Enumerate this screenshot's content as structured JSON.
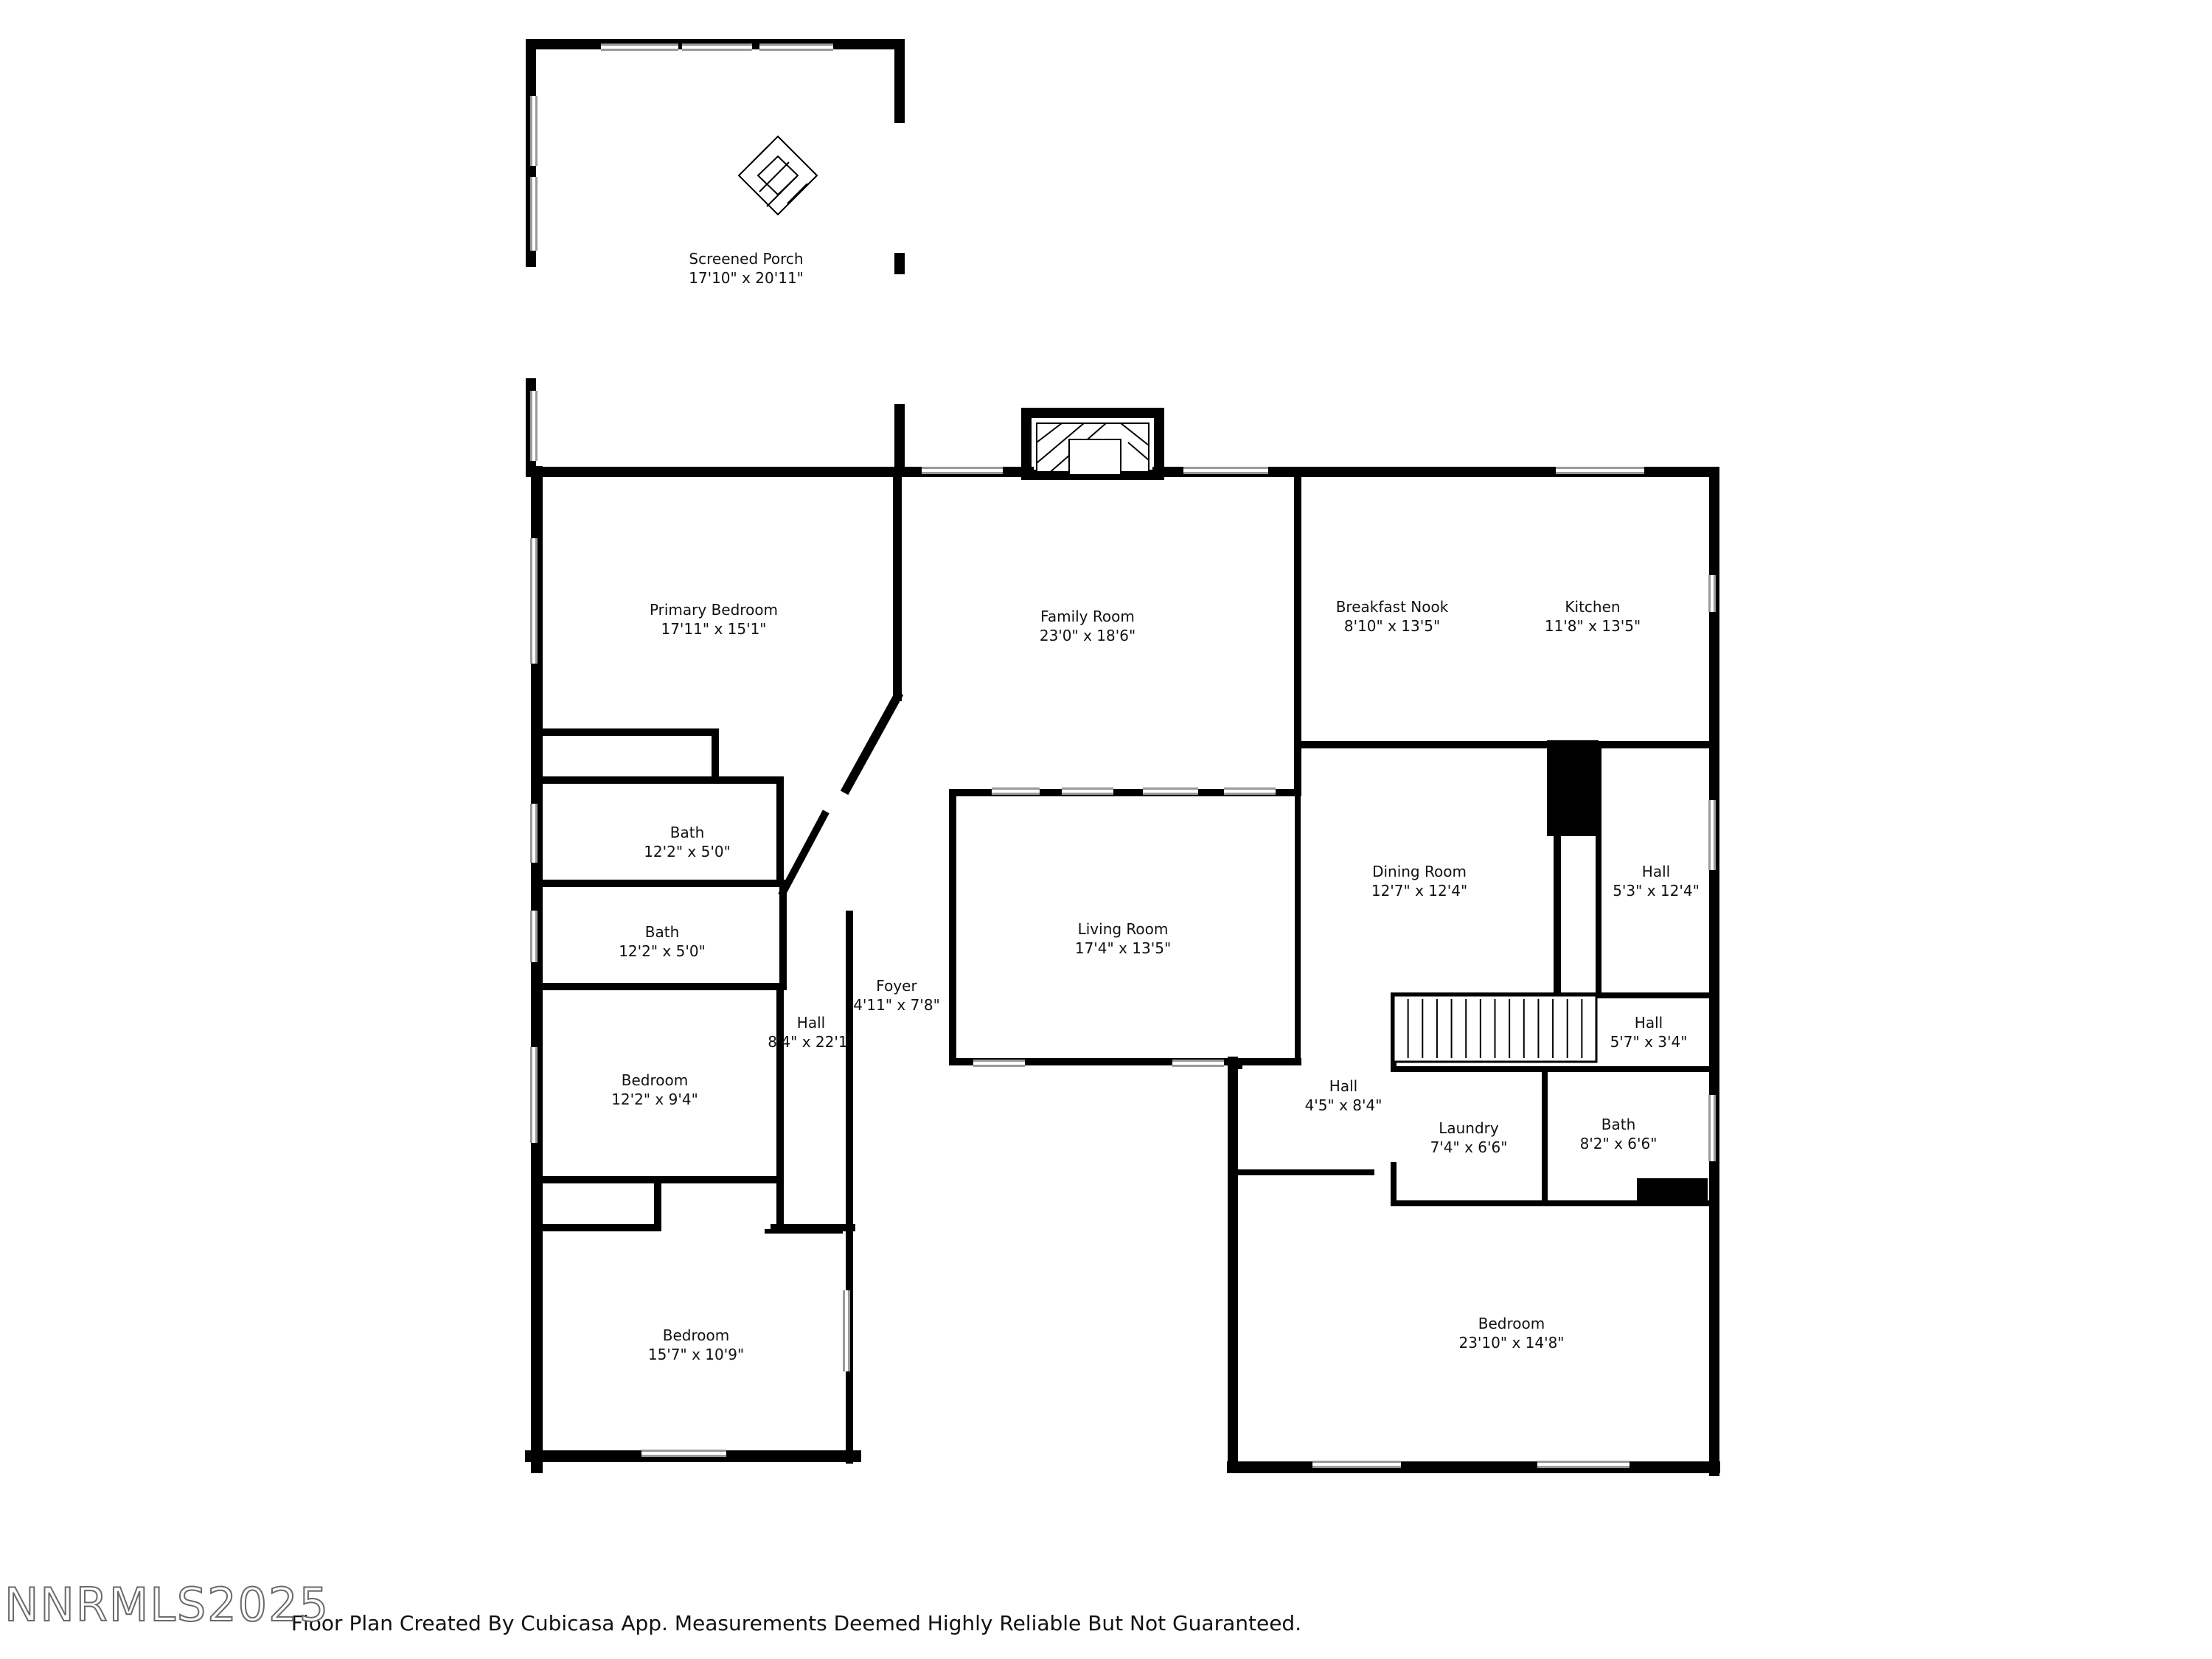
{
  "rooms": [
    {
      "id": "screened-porch",
      "name": "Screened Porch",
      "dims": "17'10\" x 20'11\""
    },
    {
      "id": "primary-bedroom",
      "name": "Primary Bedroom",
      "dims": "17'11\" x 15'1\""
    },
    {
      "id": "family-room",
      "name": "Family Room",
      "dims": "23'0\" x 18'6\""
    },
    {
      "id": "breakfast-nook",
      "name": "Breakfast Nook",
      "dims": "8'10\" x 13'5\""
    },
    {
      "id": "kitchen",
      "name": "Kitchen",
      "dims": "11'8\" x 13'5\""
    },
    {
      "id": "bath-1",
      "name": "Bath",
      "dims": "12'2\" x 5'0\""
    },
    {
      "id": "bath-2",
      "name": "Bath",
      "dims": "12'2\" x 5'0\""
    },
    {
      "id": "living-room",
      "name": "Living Room",
      "dims": "17'4\" x 13'5\""
    },
    {
      "id": "dining-room",
      "name": "Dining Room",
      "dims": "12'7\" x 12'4\""
    },
    {
      "id": "hall-east",
      "name": "Hall",
      "dims": "5'3\" x 12'4\""
    },
    {
      "id": "foyer",
      "name": "Foyer",
      "dims": "4'11\" x 7'8\""
    },
    {
      "id": "hall-west",
      "name": "Hall",
      "dims": "8'4\" x 22'1\""
    },
    {
      "id": "hall-small",
      "name": "Hall",
      "dims": "5'7\" x 3'4\""
    },
    {
      "id": "bedroom-1",
      "name": "Bedroom",
      "dims": "12'2\" x 9'4\""
    },
    {
      "id": "hall-center",
      "name": "Hall",
      "dims": "4'5\" x 8'4\""
    },
    {
      "id": "laundry",
      "name": "Laundry",
      "dims": "7'4\" x 6'6\""
    },
    {
      "id": "bath-3",
      "name": "Bath",
      "dims": "8'2\" x 6'6\""
    },
    {
      "id": "bedroom-2",
      "name": "Bedroom",
      "dims": "15'7\" x 10'9\""
    },
    {
      "id": "bedroom-3",
      "name": "Bedroom",
      "dims": "23'10\" x 14'8\""
    }
  ],
  "footer": "Floor Plan Created By Cubicasa App. Measurements Deemed Highly Reliable But Not Guaranteed.",
  "watermark": "NNRMLS2025",
  "colors": {
    "wall": "#000000",
    "window": "#9a9a9a",
    "background": "#ffffff"
  }
}
